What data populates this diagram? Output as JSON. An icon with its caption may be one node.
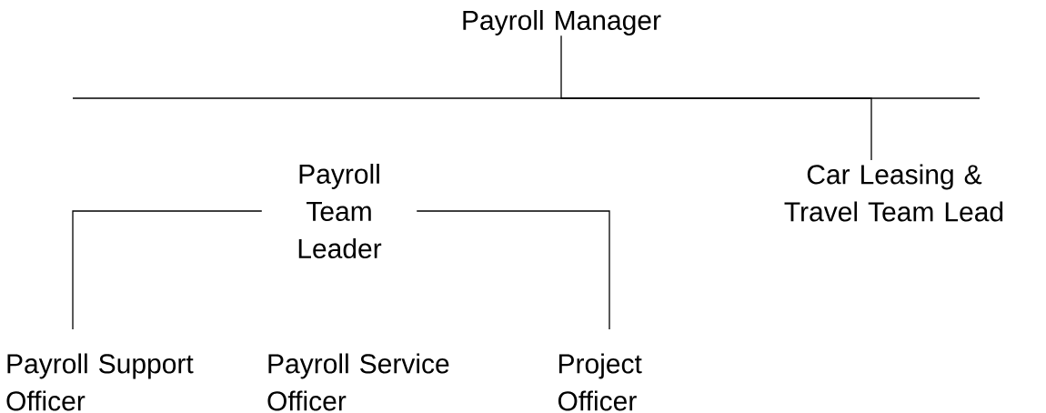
{
  "diagram": {
    "nodes": [
      {
        "text": [
          "Payroll Manager"
        ]
      },
      {
        "text": [
          "Payroll Team Leader"
        ]
      },
      {
        "text": [
          "Car Leasing & Travel Team Lead"
        ]
      },
      {
        "text": [
          "Payroll Support Officer"
        ]
      },
      {
        "text": [
          "Payroll Service Officer"
        ]
      },
      {
        "text": [
          "Project Officer"
        ]
      }
    ],
    "edges": [
      {
        "from": 0,
        "to": 2,
        "arrow": "none"
      },
      {
        "from": 1,
        "to": 3,
        "arrow": "none"
      },
      {
        "from": 1,
        "to": 5,
        "arrow": "none"
      }
    ]
  }
}
